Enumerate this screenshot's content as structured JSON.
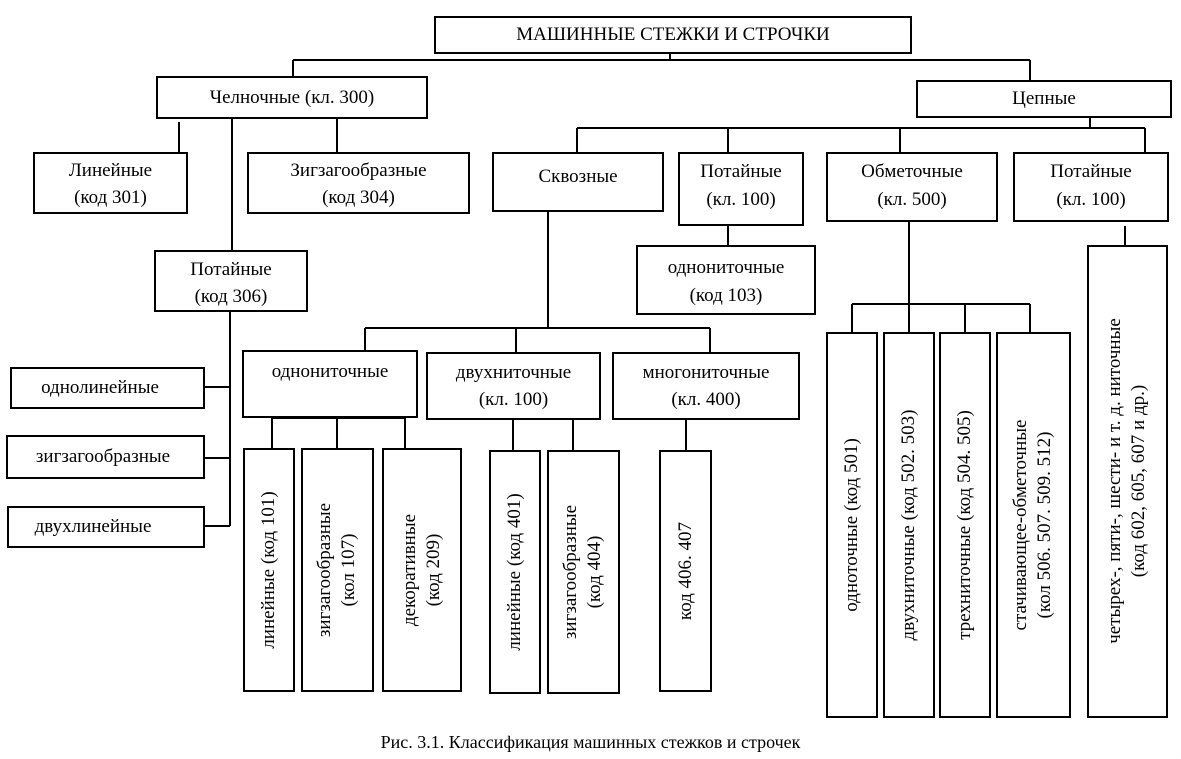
{
  "root": "МАШИННЫЕ СТЕЖКИ И СТРОЧКИ",
  "shuttle": {
    "title": "Челночные (кл. 300)",
    "linear": [
      "Линейные",
      "(код 301)"
    ],
    "zigzag": [
      "Зигзагообразные",
      "(код 304)"
    ],
    "blind": [
      "Потайные",
      "(код 306)"
    ],
    "blind_children": [
      "однолинейные",
      "зигзагообразные",
      "двухлинейные"
    ]
  },
  "chain": {
    "title": "Цепные",
    "through": "Сквозные",
    "blind100": [
      "Потайные",
      "(кл. 100)"
    ],
    "blind100_child": [
      "однониточные",
      "(код 103)"
    ],
    "overlock": [
      "Обметочные",
      "(кл. 500)"
    ],
    "blind100b": [
      "Потайные",
      "(кл. 100)"
    ],
    "single": "однониточные",
    "double": [
      "двухниточные",
      "(кл. 100)"
    ],
    "multi": [
      "многониточные",
      "(кл. 400)"
    ],
    "single_children": [
      [
        "линейные (код 101)"
      ],
      [
        "зигзагообразные",
        "(кол 107)"
      ],
      [
        "декоративные",
        "(код 209)"
      ]
    ],
    "double_children": [
      [
        "линейные (код 401)"
      ],
      [
        "зигзагообразные",
        "(код 404)"
      ]
    ],
    "multi_child": [
      "код 406. 407"
    ],
    "overlock_children": [
      [
        "одноточные (код 501)"
      ],
      [
        "двухниточные (код 502. 503)"
      ],
      [
        "трехниточные (код 504. 505)"
      ],
      [
        "стачивающее-обметочные",
        "(кол 506. 507. 509. 512)"
      ]
    ],
    "blind100b_child": [
      "четырех-, пяти-, шести- и т. д. ниточные",
      "(код 602, 605, 607 и др.)"
    ]
  },
  "caption": "Рис. 3.1. Классификация машинных стежков и строчек"
}
